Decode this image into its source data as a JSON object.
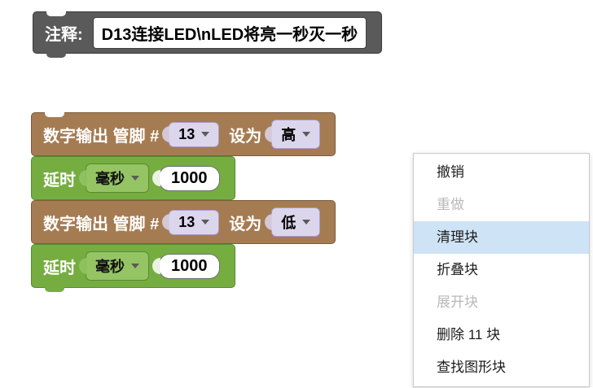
{
  "colors": {
    "comment-block": "#5a5a5a",
    "io-block": "#a57b52",
    "io-block-border": "#7d5c3b",
    "delay-block": "#76ad41",
    "delay-block-border": "#5a8a2e",
    "dropdown-chip": "#dcd6ec",
    "dropdown-chip-border": "#a79cc9",
    "unit-chip": "#94c463",
    "menu-highlight": "#cfe3f6",
    "menu-disabled-text": "#b9b9b9"
  },
  "workspace": {
    "comment": {
      "label": "注释:",
      "text": "D13连接LED\\nLED将亮一秒灭一秒"
    },
    "blocks": [
      {
        "type": "digital_write",
        "label": "数字输出 管脚 #",
        "pin": "13",
        "set_label": "设为",
        "level": "高"
      },
      {
        "type": "delay",
        "label": "延时",
        "unit": "毫秒",
        "duration": "1000"
      },
      {
        "type": "digital_write",
        "label": "数字输出 管脚 #",
        "pin": "13",
        "set_label": "设为",
        "level": "低"
      },
      {
        "type": "delay",
        "label": "延时",
        "unit": "毫秒",
        "duration": "1000"
      }
    ]
  },
  "context_menu": {
    "items": [
      {
        "label": "撤销",
        "enabled": true,
        "highlighted": false
      },
      {
        "label": "重做",
        "enabled": false,
        "highlighted": false
      },
      {
        "label": "清理块",
        "enabled": true,
        "highlighted": true
      },
      {
        "label": "折叠块",
        "enabled": true,
        "highlighted": false
      },
      {
        "label": "展开块",
        "enabled": false,
        "highlighted": false
      },
      {
        "label": "删除 11 块",
        "enabled": true,
        "highlighted": false
      },
      {
        "label": "查找图形块",
        "enabled": true,
        "highlighted": false
      }
    ]
  }
}
